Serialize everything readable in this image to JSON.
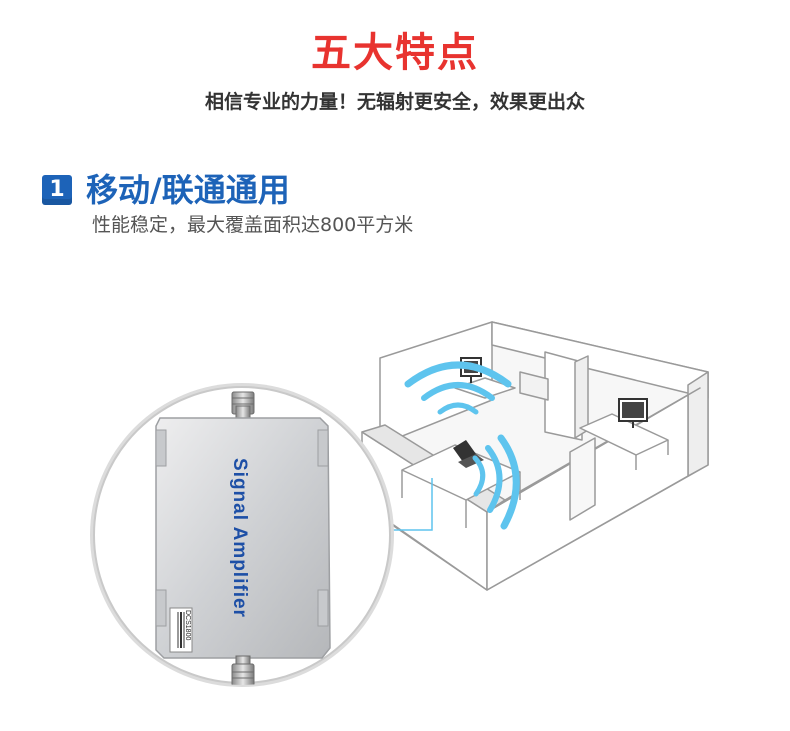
{
  "header": {
    "title": "五大特点",
    "subtitle": "相信专业的力量！无辐射更安全，效果更出众"
  },
  "feature": {
    "number": "1",
    "title": "移动/联通通用",
    "description": "性能稳定，最大覆盖面积达800平方米"
  },
  "device": {
    "label": "Signal Amplifier",
    "model_tag": "DCS1800"
  },
  "colors": {
    "title_red": "#e8332f",
    "accent_blue": "#1d63b8",
    "signal_blue": "#5ec4ee"
  }
}
